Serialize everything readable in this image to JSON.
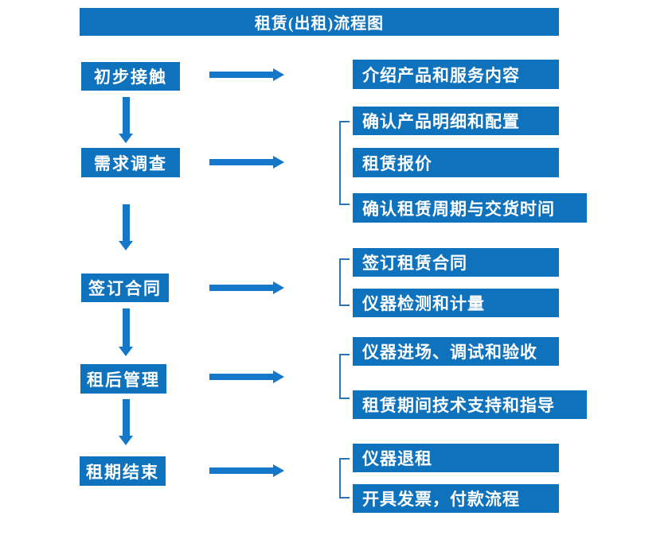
{
  "title": "租赁(出租)流程图",
  "steps": [
    {
      "label": "初步接触",
      "details": [
        "介绍产品和服务内容"
      ]
    },
    {
      "label": "需求调查",
      "details": [
        "确认产品明细和配置",
        "租赁报价",
        "确认租赁周期与交货时间"
      ]
    },
    {
      "label": "签订合同",
      "details": [
        "签订租赁合同",
        "仪器检测和计量"
      ]
    },
    {
      "label": "租后管理",
      "details": [
        "仪器进场、调试和验收",
        "租赁期间技术支持和指导"
      ]
    },
    {
      "label": "租期结束",
      "details": [
        "仪器退租",
        "开具发票，付款流程"
      ]
    }
  ],
  "colors": {
    "box_fill": "#0E72BD",
    "arrow": "#1577C9",
    "bracket": "#2E74B5",
    "text": "#FFFFFF",
    "background": "#FFFFFF"
  }
}
